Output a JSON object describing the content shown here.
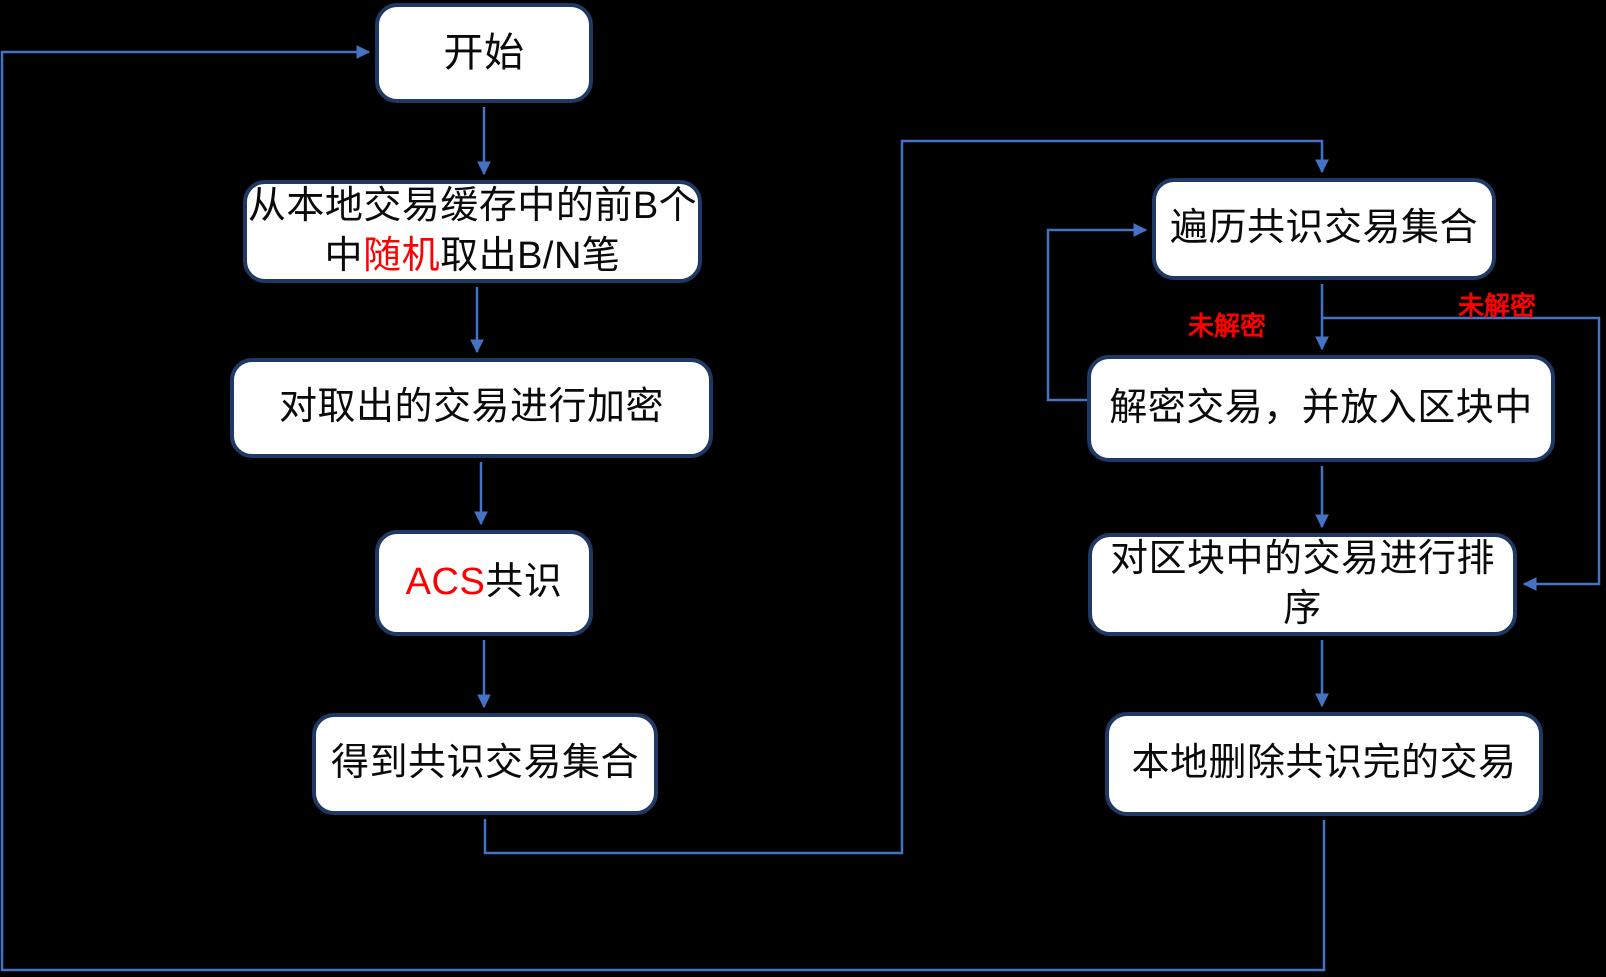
{
  "diagram": {
    "title_hint": "transaction-consensus-flowchart",
    "colors": {
      "background": "#000000",
      "box_fill": "#ffffff",
      "box_border": "#1f3864",
      "connector_blue": "#4472c4",
      "highlight_red": "#ff0000",
      "text_black": "#0a0a0a"
    },
    "nodes": {
      "start": {
        "label": "开始"
      },
      "fetch": {
        "line1": "从本地交易缓存中的前B个",
        "line2_pre": "中",
        "line2_red": "随机",
        "line2_post": "取出B/N笔"
      },
      "encrypt": {
        "label": "对取出的交易进行加密"
      },
      "acs": {
        "red": "ACS",
        "rest": "共识"
      },
      "consensus_set": {
        "label": "得到共识交易集合"
      },
      "iterate": {
        "label": "遍历共识交易集合"
      },
      "decrypt": {
        "label": "解密交易，并放入区块中"
      },
      "sort": {
        "label": "对区块中的交易进行排序"
      },
      "delete": {
        "label": "本地删除共识完的交易"
      }
    },
    "edge_labels": {
      "undecrypted_left": "未解密",
      "undecrypted_right": "未解密"
    }
  }
}
